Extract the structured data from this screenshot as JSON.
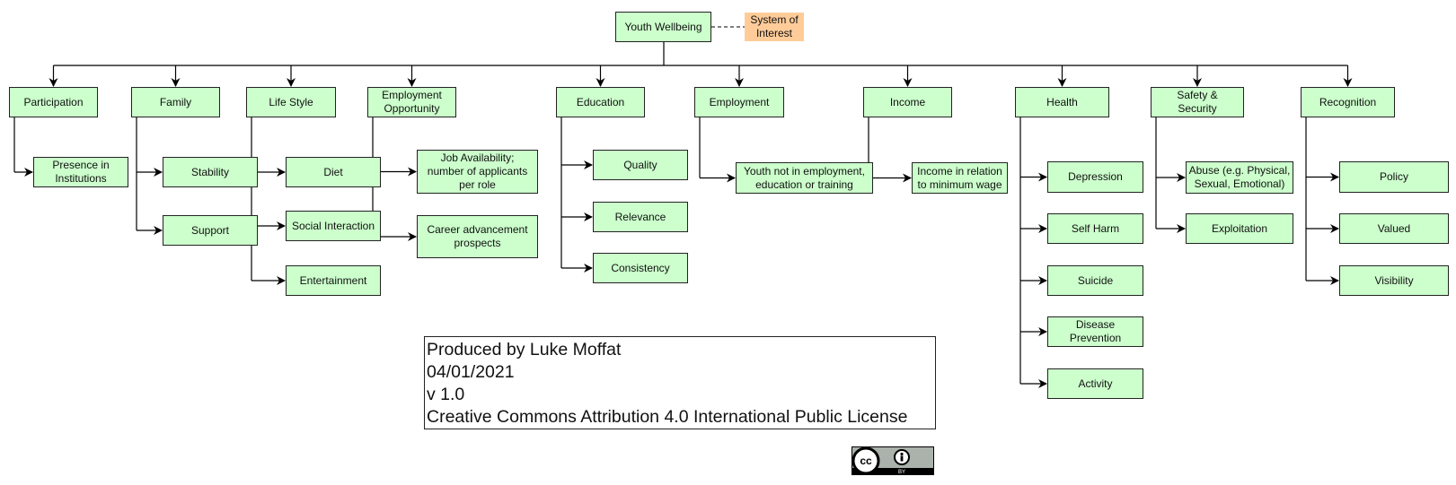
{
  "root": {
    "label": "Youth Wellbeing",
    "annotation": "System of\nInterest"
  },
  "categories": [
    {
      "label": "Participation",
      "children": [
        "Presence in\nInstitutions"
      ]
    },
    {
      "label": "Family",
      "children": [
        "Stability",
        "Support"
      ]
    },
    {
      "label": "Life Style",
      "children": [
        "Diet",
        "Social Interaction",
        "Entertainment"
      ]
    },
    {
      "label": "Employment\nOpportunity",
      "children": [
        "Job Availability;\nnumber of applicants\nper role",
        "Career advancement\nprospects"
      ]
    },
    {
      "label": "Education",
      "children": [
        "Quality",
        "Relevance",
        "Consistency"
      ]
    },
    {
      "label": "Employment",
      "children": [
        "Youth not in employment,\neducation or training"
      ]
    },
    {
      "label": "Income",
      "children": [
        "Income in relation\nto minimum wage"
      ]
    },
    {
      "label": "Health",
      "children": [
        "Depression",
        "Self Harm",
        "Suicide",
        "Disease\nPrevention",
        "Activity"
      ]
    },
    {
      "label": "Safety &\nSecurity",
      "children": [
        "Abuse (e.g. Physical,\nSexual, Emotional)",
        "Exploitation"
      ]
    },
    {
      "label": "Recognition",
      "children": [
        "Policy",
        "Valued",
        "Visibility"
      ]
    }
  ],
  "info": {
    "author": "Produced by Luke Moffat",
    "date": "04/01/2021",
    "version": "v 1.0",
    "license": "Creative Commons Attribution 4.0 International Public License"
  },
  "license_badge": {
    "icon": "cc-by-icon",
    "cc_text": "cc",
    "by_text": "BY"
  },
  "colors": {
    "node_fill": "#ccffcc",
    "annotation_fill": "#ffcc99",
    "line": "#000000"
  }
}
